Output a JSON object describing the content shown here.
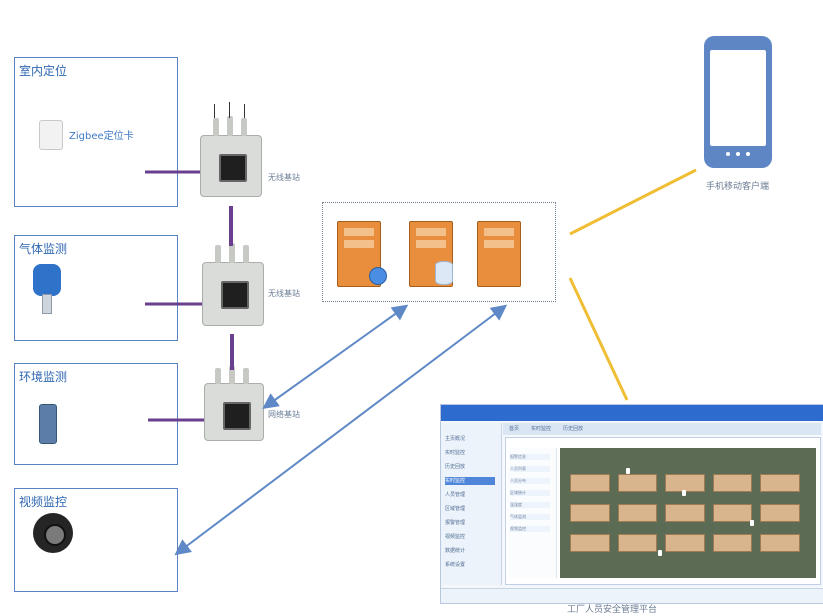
{
  "panels": {
    "indoor": {
      "title": "室内定位",
      "device": "Zigbee定位卡"
    },
    "gas": {
      "title": "气体监测"
    },
    "env": {
      "title": "环境监测"
    },
    "video": {
      "title": "视频监控"
    }
  },
  "gateways": [
    {
      "label": "无线基站"
    },
    {
      "label": "无线基站"
    },
    {
      "label": "网络基站"
    }
  ],
  "mobile": {
    "label": "手机移动客户端"
  },
  "platform": {
    "label": "工厂人员安全管理平台"
  },
  "app_ui": {
    "sidebar": [
      {
        "label": "主页概况"
      },
      {
        "label": "实时监控"
      },
      {
        "label": "历史回放"
      },
      {
        "label": "实时监控"
      },
      {
        "label": "人员管理"
      },
      {
        "label": "区域管理"
      },
      {
        "label": "报警管理"
      },
      {
        "label": "视频监控"
      },
      {
        "label": "数据统计"
      },
      {
        "label": "系统设置"
      }
    ],
    "tabs": [
      {
        "label": "首页"
      },
      {
        "label": "实时监控"
      },
      {
        "label": "历史回放"
      }
    ],
    "mini_list": [
      {
        "label": "报警信息"
      },
      {
        "label": "人员列表"
      },
      {
        "label": "人员分布"
      },
      {
        "label": "区域统计"
      },
      {
        "label": "温湿度"
      },
      {
        "label": "气体监测"
      },
      {
        "label": "视频监控"
      }
    ]
  },
  "colors": {
    "purple": "#6a3f8f",
    "blue": "#5f89c6",
    "yellow": "#f0be35"
  }
}
